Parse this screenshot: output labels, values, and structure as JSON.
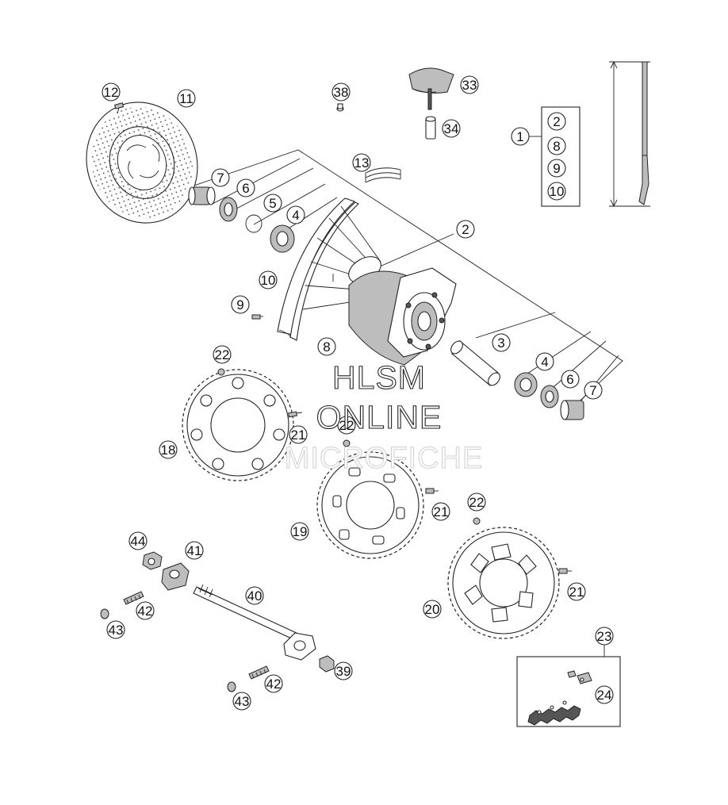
{
  "watermark": {
    "line1": "HLSM",
    "line2": "ONLINE",
    "line3": "MICROFICHE"
  },
  "callouts": {
    "p1": "1",
    "p2": "2",
    "p2b": "2",
    "p3": "3",
    "p4a": "4",
    "p4b": "4",
    "p5": "5",
    "p6a": "6",
    "p6b": "6",
    "p7a": "7",
    "p7b": "7",
    "p8": "8",
    "p8b": "8",
    "p9": "9",
    "p9b": "9",
    "p10": "10",
    "p10b": "10",
    "p11": "11",
    "p12": "12",
    "p13": "13",
    "p18": "18",
    "p19": "19",
    "p20": "20",
    "p21a": "21",
    "p21b": "21",
    "p21c": "21",
    "p22a": "22",
    "p22b": "22",
    "p22c": "22",
    "p23": "23",
    "p24": "24",
    "p33": "33",
    "p34": "34",
    "p38": "38",
    "p39": "39",
    "p40": "40",
    "p41": "41",
    "p42a": "42",
    "p42b": "42",
    "p43a": "43",
    "p43b": "43",
    "p44": "44"
  }
}
